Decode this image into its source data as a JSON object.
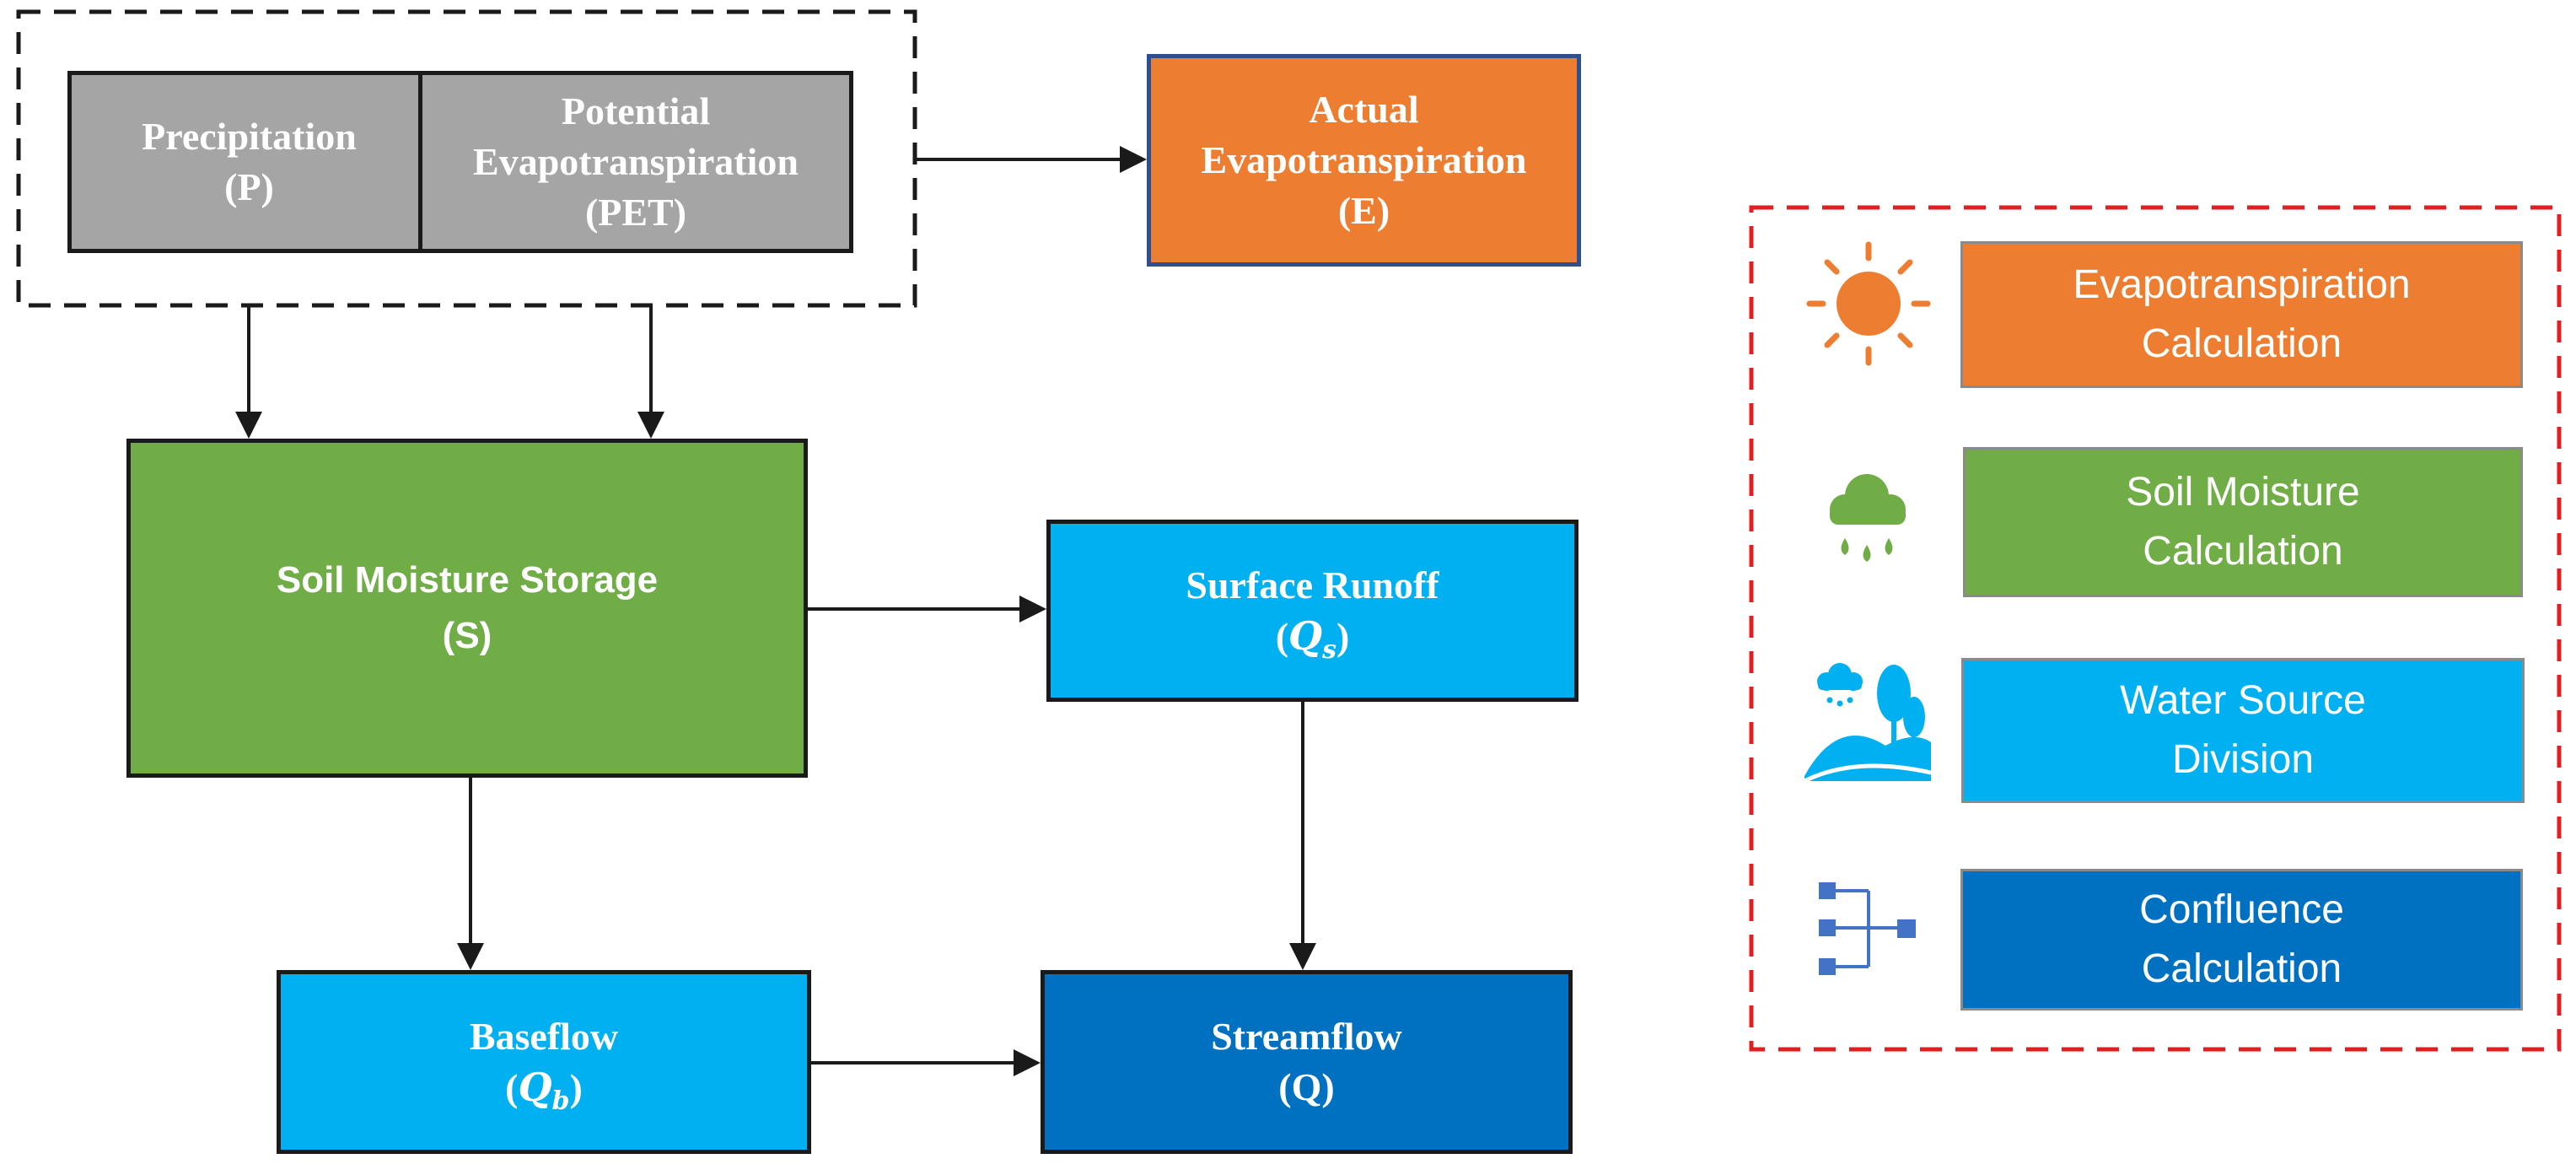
{
  "diagram": {
    "inputs": {
      "precipitation": {
        "line1": "Precipitation",
        "line2": "(P)"
      },
      "pet": {
        "line1": "Potential",
        "line2": "Evapotranspiration",
        "line3": "(PET)"
      }
    },
    "actual_et": {
      "line1": "Actual",
      "line2": "Evapotranspiration",
      "line3": "(E)"
    },
    "soil_moisture": {
      "line1": "Soil Moisture Storage",
      "line2": "(S)"
    },
    "surface_runoff": {
      "line1": "Surface Runoff",
      "sym": "Q",
      "sub": "s"
    },
    "baseflow": {
      "line1": "Baseflow",
      "sym": "Q",
      "sub": "b"
    },
    "streamflow": {
      "line1": "Streamflow",
      "line2": "(Q)"
    }
  },
  "legend": {
    "items": [
      {
        "icon": "sun-icon",
        "line1": "Evapotranspiration",
        "line2": "Calculation",
        "color": "#ed7d31"
      },
      {
        "icon": "rain-cloud-icon",
        "line1": "Soil Moisture",
        "line2": "Calculation",
        "color": "#70ad47"
      },
      {
        "icon": "landscape-icon",
        "line1": "Water Source",
        "line2": "Division",
        "color": "#00b0f0"
      },
      {
        "icon": "hierarchy-icon",
        "line1": "Confluence",
        "line2": "Calculation",
        "color": "#0070c0"
      }
    ]
  },
  "colors": {
    "gray": "#a5a5a5",
    "orange": "#ed7d31",
    "green": "#70ad47",
    "light_blue": "#00b0f0",
    "dark_blue": "#0070c0",
    "legend_border": "#e02020",
    "input_group_border": "#1a1a1a"
  }
}
